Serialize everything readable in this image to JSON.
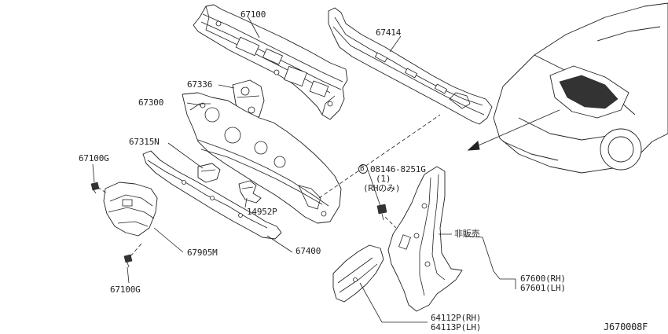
{
  "labels": {
    "p67100": "67100",
    "p67414": "67414",
    "p67336": "67336",
    "p67300": "67300",
    "p67315N": "67315N",
    "p67100G_top": "67100G",
    "p67100G_bottom": "67100G",
    "p14952P": "14952P",
    "p67905M": "67905M",
    "p67400": "67400",
    "bolt_code": "08146-8251G",
    "bolt_qty": "(1)",
    "bolt_note": "(RHのみ)",
    "bolt_marker": "B",
    "not_for_sale": "非販売",
    "p67600": "67600(RH)",
    "p67601": "67601(LH)",
    "p64112P": "64112P(RH)",
    "p64113P": "64113P(LH)",
    "diagram_code": "J670008F"
  }
}
